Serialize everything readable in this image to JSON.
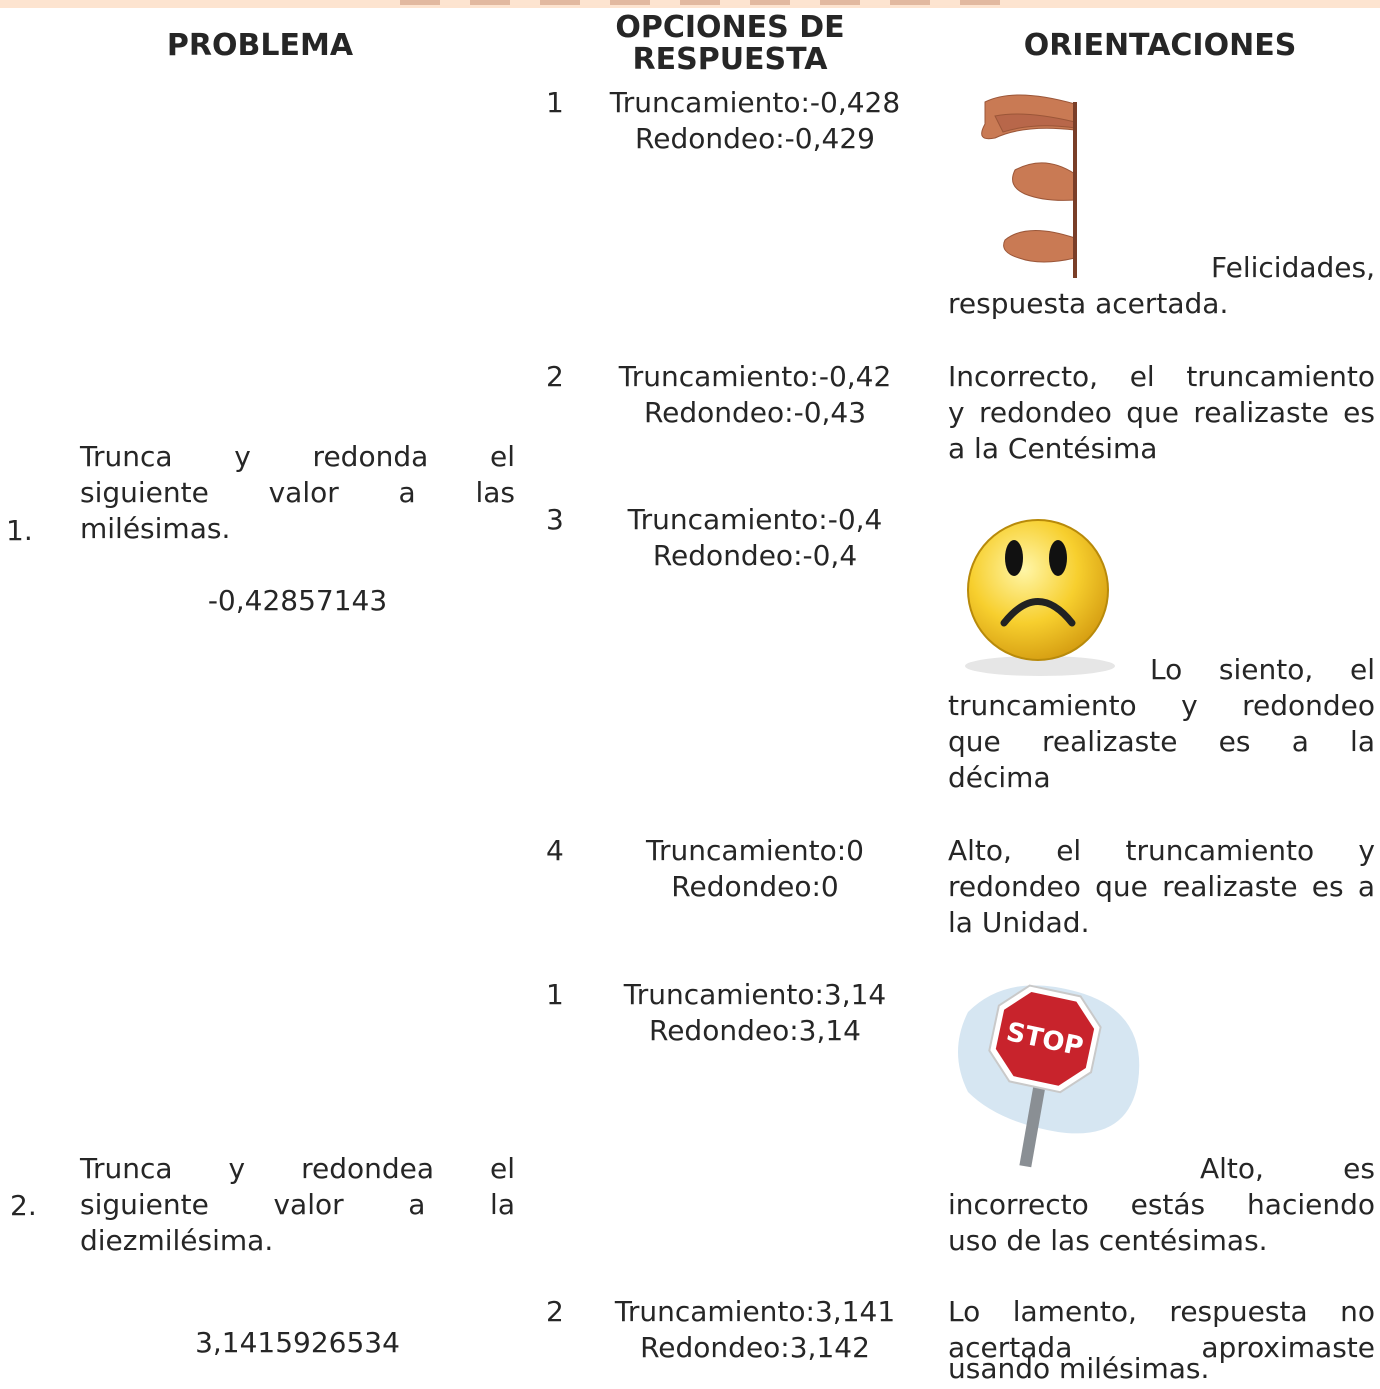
{
  "headers": {
    "problema": "PROBLEMA",
    "opciones": "OPCIONES DE RESPUESTA",
    "orientaciones": "ORIENTACIONES"
  },
  "problems": [
    {
      "number": "1.",
      "text_lines": [
        "Trunca y redonda el",
        "siguiente valor a las",
        "milésimas."
      ],
      "value": "-0,42857143"
    },
    {
      "number": "2.",
      "text_lines": [
        "Trunca y redondea el",
        "siguiente valor a la",
        "diezmilésima."
      ],
      "value": "3,1415926534"
    }
  ],
  "options": [
    {
      "index": "1",
      "line1": "Truncamiento:-0,428",
      "line2": "Redondeo:-0,429"
    },
    {
      "index": "2",
      "line1": "Truncamiento:-0,42",
      "line2": "Redondeo:-0,43"
    },
    {
      "index": "3",
      "line1": "Truncamiento:-0,4",
      "line2": "Redondeo:-0,4"
    },
    {
      "index": "4",
      "line1": "Truncamiento:0",
      "line2": "Redondeo:0"
    },
    {
      "index": "1",
      "line1": "Truncamiento:3,14",
      "line2": "Redondeo:3,14"
    },
    {
      "index": "2",
      "line1": "Truncamiento:3,141",
      "line2": "Redondeo:3,142"
    }
  ],
  "feedback": {
    "f1": {
      "line1": "Felicidades,",
      "line2": "respuesta acertada.",
      "icon": "clapping-hands"
    },
    "f2": {
      "lines": [
        "Incorrecto, el truncamiento",
        "y redondeo que realizaste es",
        "a la Centésima"
      ]
    },
    "f3": {
      "line1": "Lo siento, el",
      "lines": [
        "truncamiento y redondeo",
        "que realizaste es a la",
        "décima"
      ],
      "icon": "sad-face"
    },
    "f4": {
      "lines": [
        "Alto, el truncamiento y",
        "redondeo que realizaste es a",
        "la Unidad."
      ]
    },
    "f5": {
      "line1": "Alto, es",
      "lines": [
        "incorrecto estás haciendo",
        "uso de las centésimas."
      ],
      "icon": "stop-sign",
      "sign_text": "STOP"
    },
    "f6": {
      "lines": [
        "Lo lamento, respuesta no",
        "acertada aproximaste",
        "usando milésimas."
      ]
    }
  }
}
